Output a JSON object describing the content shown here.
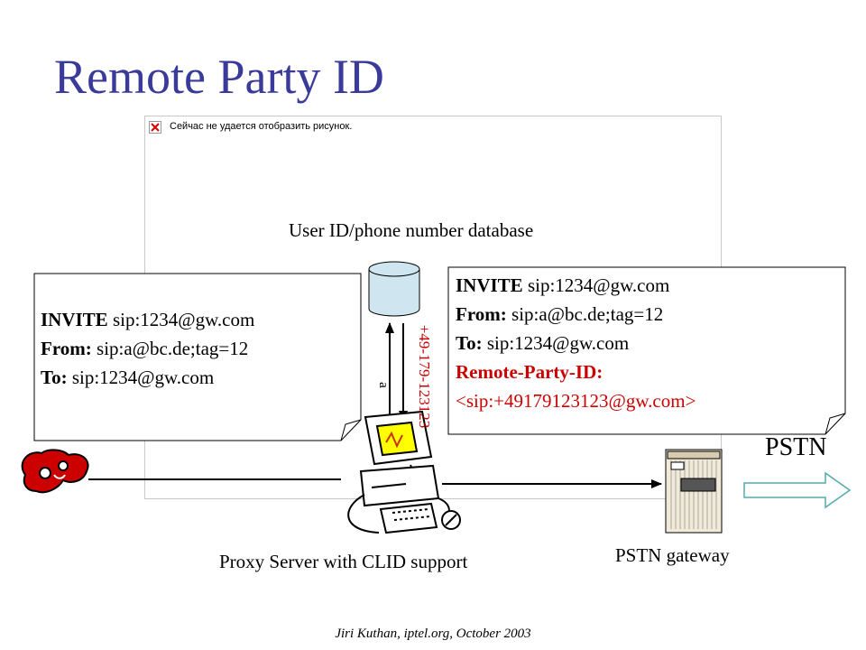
{
  "title": "Remote Party ID",
  "broken_image": {
    "text": "Сейчас не удается отобразить рисунок."
  },
  "database_label": "User ID/phone number database",
  "request_left": {
    "line1_keyword": "INVITE",
    "line1_value": " sip:1234@gw.com",
    "line2_keyword": "From:",
    "line2_value": " sip:a@bc.de;tag=12",
    "line3_keyword": "To:",
    "line3_value": " sip:1234@gw.com"
  },
  "request_right": {
    "line1_keyword": "INVITE",
    "line1_value": " sip:1234@gw.com",
    "line2_keyword": "From:",
    "line2_value": " sip:a@bc.de;tag=12",
    "line3_keyword": "To:",
    "line3_value": " sip:1234@gw.com",
    "header_name": "Remote-Party-ID:",
    "header_value": "<sip:+49179123123@gw.com>"
  },
  "lookup_query": "a",
  "lookup_result": "+49-179-123123",
  "pstn_label": "PSTN",
  "proxy_label": "Proxy Server with CLID support",
  "gateway_label": "PSTN gateway",
  "footer": "Jiri Kuthan, iptel.org, October 2003",
  "colors": {
    "title": "#3a3a9a",
    "highlight": "#cc0000",
    "database": "#cfe6f0",
    "monitor": "#ffff00"
  }
}
